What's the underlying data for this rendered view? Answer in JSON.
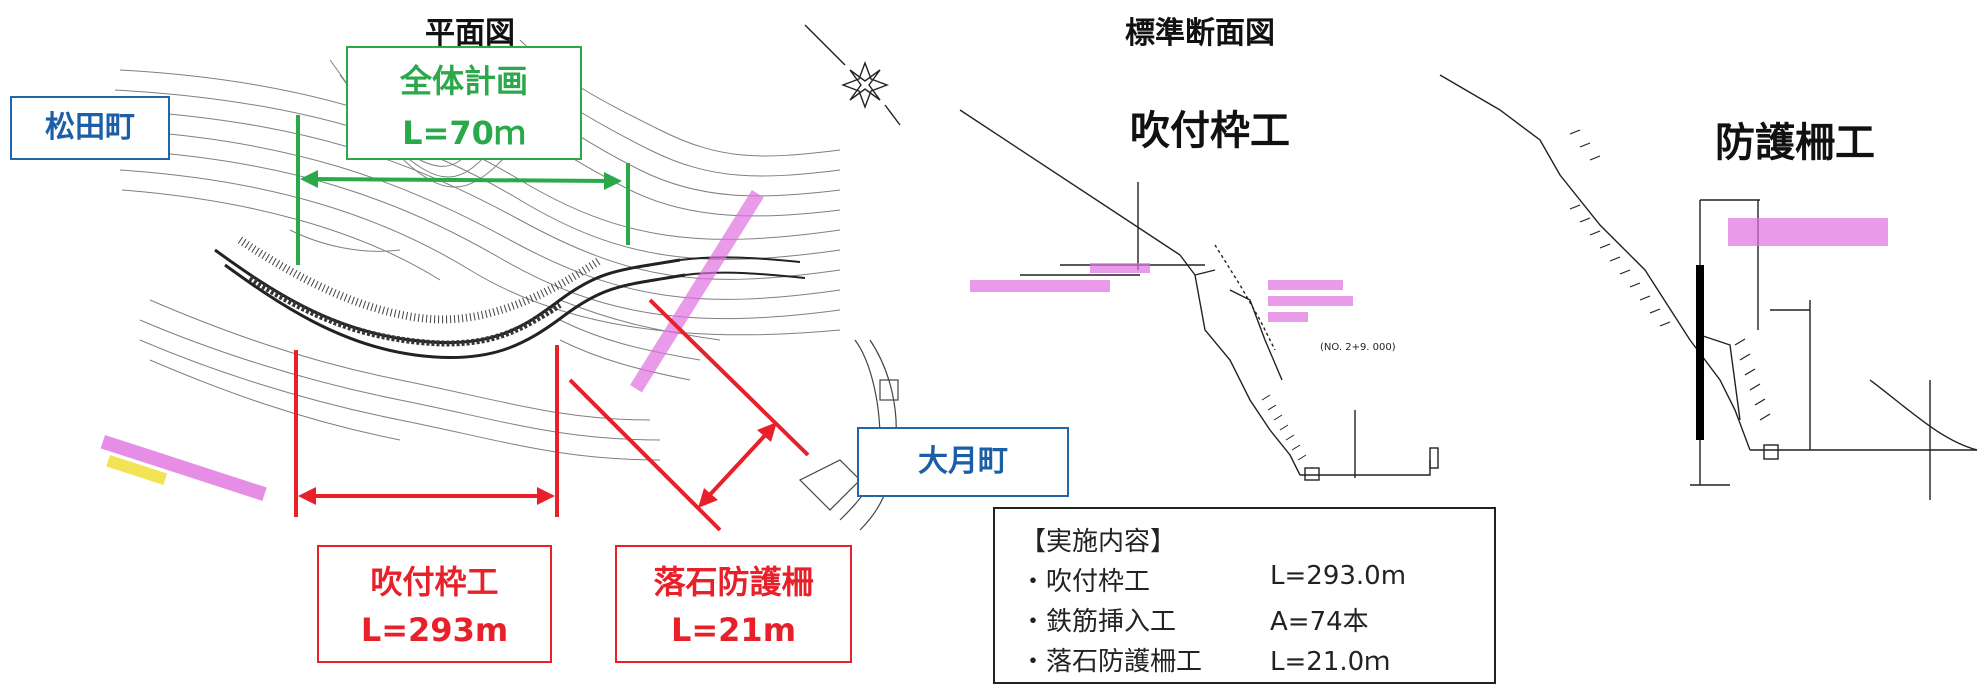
{
  "titles": {
    "plan": "平面図",
    "standard_section": "標準断面図",
    "fukitsuke": "吹付枠工",
    "bogosaku": "防護柵工"
  },
  "labels": {
    "matsudacho": "松田町",
    "otsukicho": "大月町",
    "overall_plan": {
      "name": "全体計画",
      "length": "L=70ｍ"
    },
    "fukitsuke_waku": {
      "name": "吹付枠工",
      "length": "L=293m"
    },
    "rakuseki": {
      "name": "落石防護柵",
      "length": "L=21m"
    }
  },
  "implementation": {
    "header": "【実施内容】",
    "items": [
      {
        "name": "・吹付枠工",
        "value": "L=293.0m"
      },
      {
        "name": "・鉄筋挿入工",
        "value": "A=74本"
      },
      {
        "name": "・落石防護柵工",
        "value": "L=21.0ｍ"
      }
    ]
  },
  "colors": {
    "green": "#2ba84a",
    "red": "#e8202a",
    "blue": "#1d5fa6",
    "magenta_note": "#e070e0"
  }
}
